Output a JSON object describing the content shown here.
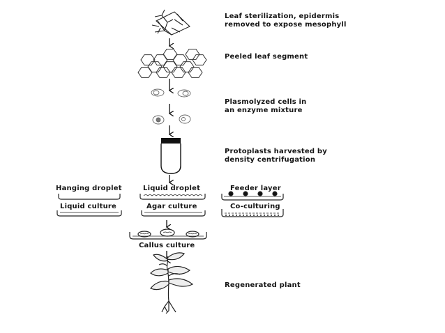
{
  "steps": [
    {
      "lines": [
        "Leaf sterilization, epidermis",
        "removed to expose mesophyll"
      ]
    },
    {
      "lines": [
        "Peeled leaf segment"
      ]
    },
    {
      "lines": [
        "Plasmolyzed cells in",
        "an enzyme mixture"
      ]
    },
    {
      "lines": [
        "Protoplasts harvested by",
        "density centrifugation"
      ]
    },
    {
      "lines": [
        "Regenerated plant"
      ]
    }
  ],
  "cultures": {
    "hanging_droplet": "Hanging droplet",
    "liquid_droplet": "Liquid droplet",
    "feeder_layer": "Feeder layer",
    "liquid_culture": "Liquid culture",
    "agar_culture": "Agar culture",
    "co_culturing": "Co-culturing",
    "callus_culture": "Callus culture"
  }
}
